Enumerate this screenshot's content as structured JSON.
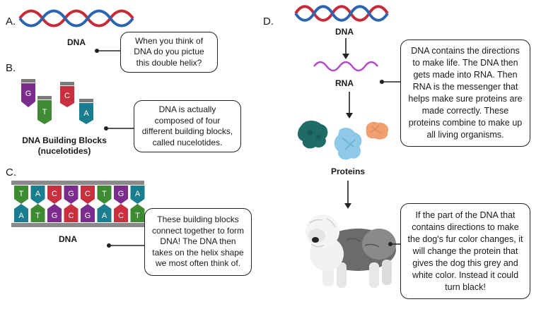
{
  "sections": {
    "a": {
      "letter": "A.",
      "dna_label": "DNA",
      "bubble": "When you think of DNA do you pictue this double helix?"
    },
    "b": {
      "letter": "B.",
      "blocks_label": "DNA Building Blocks (nucelotides)",
      "bubble": "DNA is actually composed of four different building blocks, called nucelotides.",
      "nucleotides": [
        {
          "letter": "G",
          "color": "#7b2d8e"
        },
        {
          "letter": "T",
          "color": "#3f8b34"
        },
        {
          "letter": "C",
          "color": "#c8303f"
        },
        {
          "letter": "A",
          "color": "#1a7e8e"
        }
      ]
    },
    "c": {
      "letter": "C.",
      "dna_label": "DNA",
      "top_strand": [
        "T",
        "A",
        "C",
        "G",
        "C",
        "T",
        "G",
        "A"
      ],
      "bottom_strand": [
        "A",
        "T",
        "G",
        "C",
        "G",
        "A",
        "C",
        "T"
      ],
      "bubble": "These building blocks connect together to form DNA! The DNA then takes on the helix shape we most often think of."
    },
    "d": {
      "letter": "D.",
      "dna_label": "DNA",
      "rna_label": "RNA",
      "proteins_label": "Proteins",
      "bubble_top": "DNA contains the directions to make life. The DNA then gets made into RNA. Then RNA is the messenger that helps make sure proteins are made correctly. These proteins combine to make up all living organisms.",
      "bubble_bottom": "If the part of the DNA that contains directions to make the dog's fur color changes, it will change the protein that gives the dog this grey and white color. Instead it could turn black!"
    }
  },
  "colors": {
    "helix_red": "#c62b3a",
    "helix_blue": "#2f64b0",
    "rna_purple": "#b04dc6",
    "protein_teal": "#1f6b66",
    "protein_blue": "#8fc9e8",
    "protein_orange": "#f0a070",
    "G": "#7b2d8e",
    "T": "#3f8b34",
    "C": "#c8303f",
    "A": "#1a7e8e"
  },
  "icons": [
    "double-helix-icon",
    "rna-strand-icon",
    "nucleotide-icon",
    "protein-icon",
    "dog-illustration",
    "arrow-down-icon"
  ]
}
